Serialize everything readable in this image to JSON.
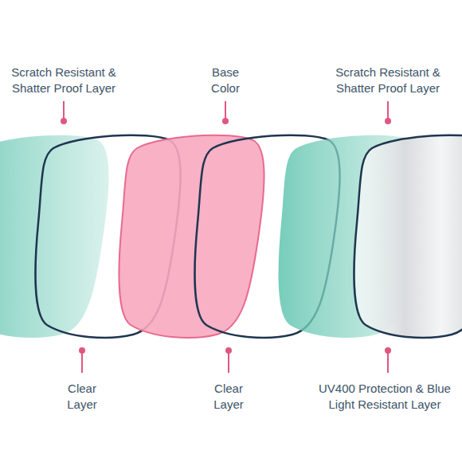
{
  "diagram": {
    "labels": [
      "Scratch Resistant & Shatter Proof Layer",
      "Base Color",
      "Scratch Resistant & Shatter Proof Layer",
      "Clear Layer",
      "Clear Layer",
      "UV400 Protection & Blue Light Resistant Layer"
    ]
  }
}
